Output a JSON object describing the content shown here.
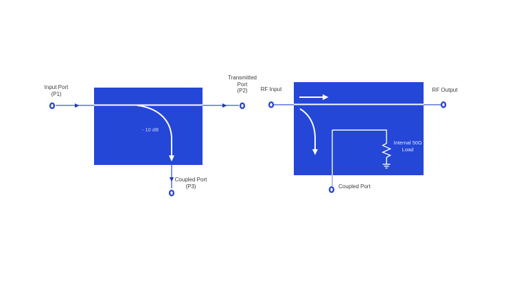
{
  "colors": {
    "background": "#ffffff",
    "coupler_fill": "#2447d8",
    "line_blue": "#3a53d9",
    "arrow_blue": "#2038cf",
    "port_stroke": "#2b46d6",
    "white_line": "#fdfdff",
    "light_line": "#96a3ec",
    "label_text": "#3b3b3b",
    "coupling_text": "#c7d0f4",
    "load_text": "#e3e9fb"
  },
  "left_diagram": {
    "input_port": {
      "line1": "Input Port",
      "line2": "(P1)"
    },
    "transmitted_port": {
      "line1": "Transmitted",
      "line2": "Port",
      "line3": "(P2)"
    },
    "coupled_port": {
      "line1": "Coupled Port",
      "line2": "(P3)"
    },
    "coupling_label": "- 10 dB"
  },
  "right_diagram": {
    "rf_input_label": "RF Input",
    "rf_output_label": "RF Output",
    "internal_load": {
      "line1": "Internal 50Ω",
      "line2": "Load"
    },
    "coupled_port_label": "Coupled Port"
  }
}
